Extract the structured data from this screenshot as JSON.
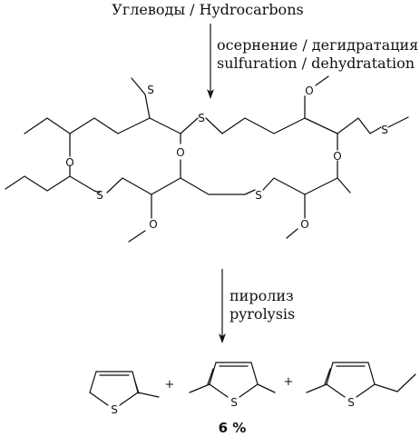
{
  "top_label": "Углеводы / Hydrocarbons",
  "step1": {
    "ru": "осернение / дегидратация",
    "en": "sulfuration / dehydratation"
  },
  "step2": {
    "ru": "пиролиз",
    "en": "pyrolysis"
  },
  "atoms": {
    "sulfur": "S",
    "oxygen": "O"
  },
  "products": {
    "plus_1": "+",
    "plus_2": "+",
    "yield": "6 %"
  }
}
